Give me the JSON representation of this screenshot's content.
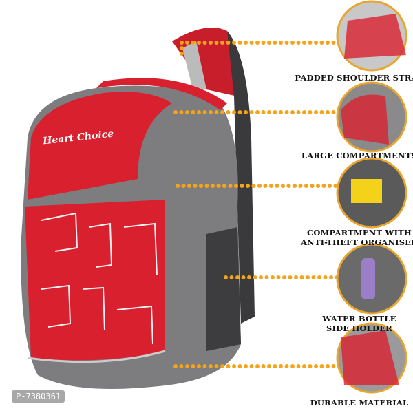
{
  "product": {
    "brand": "Heart Choice",
    "features": [
      {
        "label": "PADDED SHOULDER STRAP"
      },
      {
        "label": "LARGE COMPARTMENTS"
      },
      {
        "label_line1": "COMPARTMENT WITH",
        "label_line2": "ANTI-THEFT ORGANISER"
      },
      {
        "label_line1": "WATER BOTTLE",
        "label_line2": "SIDE HOLDER"
      },
      {
        "label": "DURABLE MATERIAL"
      }
    ],
    "watermark": "P-7380361",
    "colors": {
      "red": "#d9202e",
      "grey": "#7d7d7f",
      "dots": "#f4a41a"
    }
  }
}
